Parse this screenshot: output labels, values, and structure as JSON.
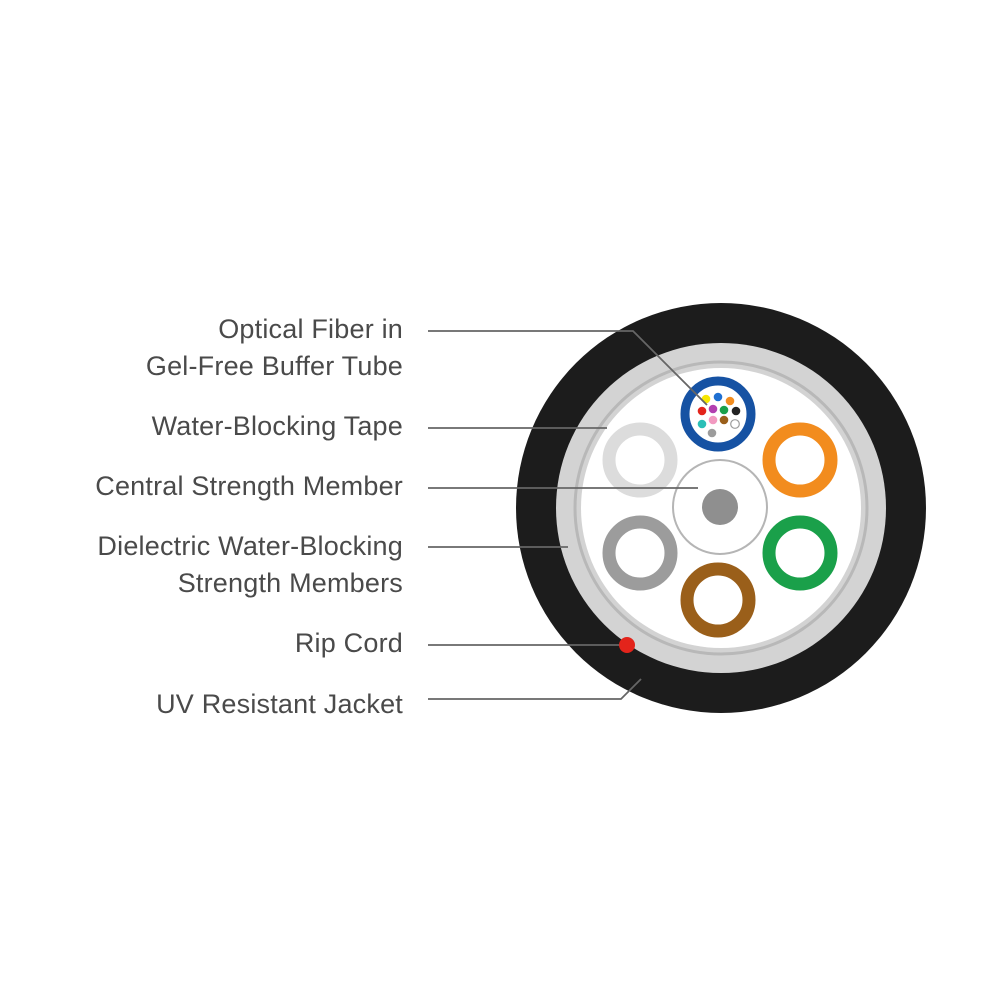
{
  "labels": {
    "optical_fiber": [
      "Optical Fiber in",
      "Gel-Free Buffer Tube"
    ],
    "water_blocking_tape": [
      "Water-Blocking Tape"
    ],
    "central_strength_member": [
      "Central Strength Member"
    ],
    "dielectric_members": [
      "Dielectric Water-Blocking",
      "Strength Members"
    ],
    "rip_cord": [
      "Rip Cord"
    ],
    "uv_jacket": [
      "UV Resistant Jacket"
    ]
  },
  "colors": {
    "jacket": "#1c1c1c",
    "tape": "#d3d3d3",
    "tape_inner_line": "#b8b8b8",
    "core": "#ffffff",
    "rip_cord": "#e3241b",
    "buffer_tube": "#1652a3",
    "central_member_outer": "#b5b5b5",
    "central_member_core": "#8f8f8f",
    "member_white": "#dcdcdc",
    "member_orange": "#f28c1e",
    "member_green": "#1aa04a",
    "member_brown": "#9a5f1a",
    "member_gray": "#9c9c9c",
    "leader_line": "#666666",
    "label_text": "#4a4a4a"
  },
  "fiber_colors": [
    "#f6e600",
    "#1f6fd1",
    "#f28c1e",
    "#e3241b",
    "#b23fb0",
    "#1aa04a",
    "#222222",
    "#2bbfb7",
    "#f29ac1",
    "#9a5f1a",
    "#ffffff",
    "#9c9c9c"
  ]
}
